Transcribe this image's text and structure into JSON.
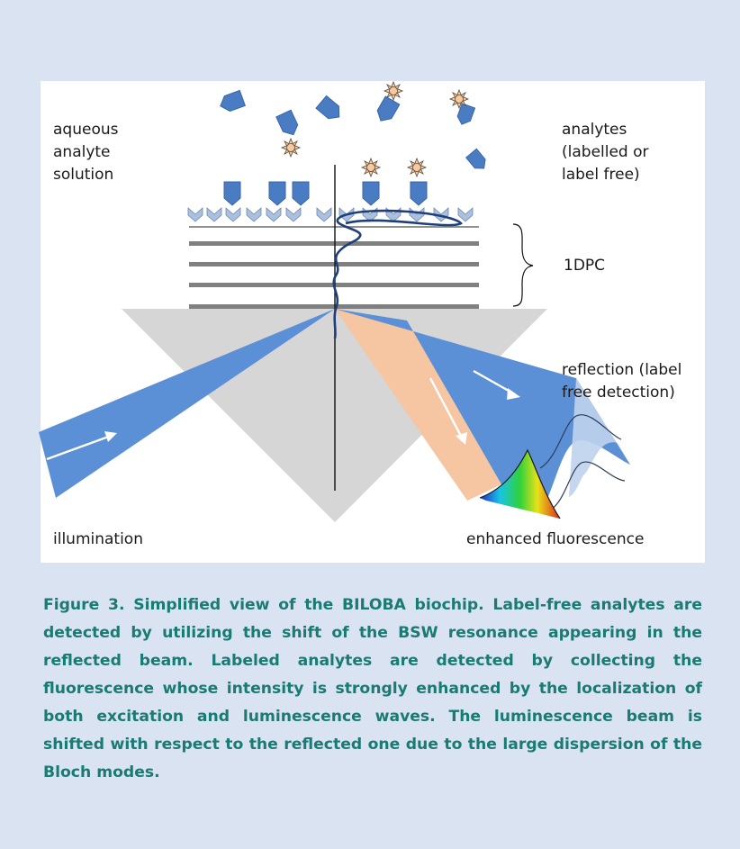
{
  "diagram": {
    "labels": {
      "aqueous": "aqueous\nanalyte\nsolution",
      "analytes": "analytes\n(labelled or\nlabel free)",
      "onedpc": "1DPC",
      "reflection": "reflection (label\nfree detection)",
      "illumination": "illumination",
      "fluorescence": "enhanced fluorescence"
    },
    "colors": {
      "background": "#d9e3f2",
      "prism": "#d6d6d6",
      "layer": "#808080",
      "beam_blue": "#5b8fd6",
      "beam_orange": "#f6c5a2",
      "field_line": "#1f3f7a",
      "analyte": "#4a7cc4",
      "caption": "#1a7a74"
    },
    "icons": [
      "sun-label-icon",
      "analyte-shape",
      "receptor-chevron",
      "arrow-icon",
      "brace-icon"
    ]
  },
  "caption": {
    "figure": "Figure 3.",
    "text": " Simplified view of the BILOBA biochip. Label-free analytes are detected by utilizing the shift of the BSW resonance appearing in the reflected beam. Labeled analytes are detected by collecting the fluorescence whose intensity is strongly enhanced by the localization of both excitation and luminescence waves. The luminescence beam is shifted with respect to the reflected one due to the large dispersion of the Bloch modes."
  }
}
